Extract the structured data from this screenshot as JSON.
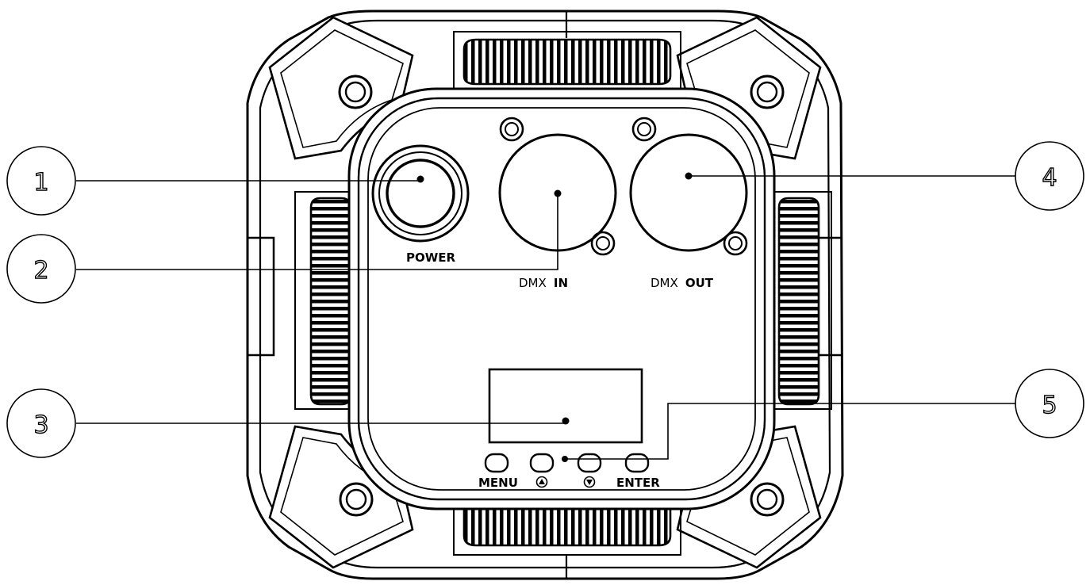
{
  "callouts": {
    "c1": "1",
    "c2": "2",
    "c3": "3",
    "c4": "4",
    "c5": "5"
  },
  "labels": {
    "power": "POWER",
    "dmx_in_prefix": "DMX",
    "dmx_in_suffix": "IN",
    "dmx_out_prefix": "DMX",
    "dmx_out_suffix": "OUT",
    "menu": "MENU",
    "enter": "ENTER"
  },
  "icons": {
    "up": "up-triangle-icon",
    "down": "down-triangle-icon"
  }
}
